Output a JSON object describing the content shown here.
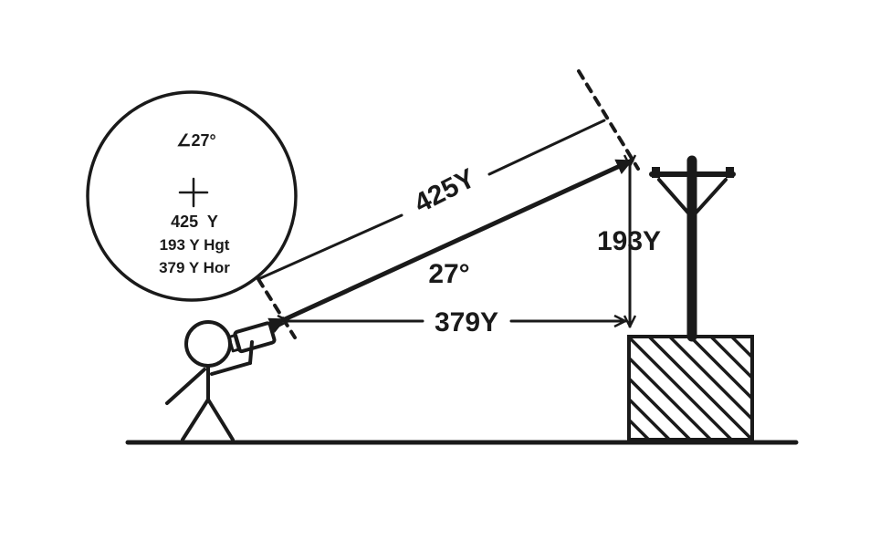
{
  "reticle": {
    "angle": "∠27°",
    "distance": "425  Y",
    "height": "193 Y Hgt",
    "horizontal": "379 Y Hor"
  },
  "labels": {
    "line_of_sight": "425Y",
    "height": "193Y",
    "angle": "27°",
    "horizontal": "379Y"
  },
  "colors": {
    "ink": "#1a1a1a",
    "background": "#ffffff"
  }
}
